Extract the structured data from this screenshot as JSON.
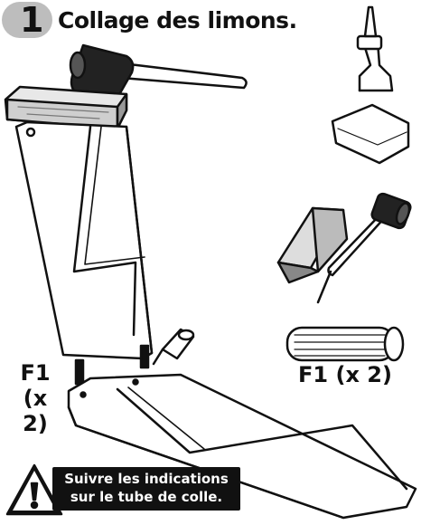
{
  "step": {
    "number": "1",
    "title": "Collage des limons."
  },
  "labels": {
    "dowels_left_line1": "F1",
    "dowels_left_line2": "(x 2)",
    "dowels_right": "F1 (x 2)"
  },
  "warning": {
    "line1": "Suivre les indications",
    "line2": "sur le tube de colle.",
    "icon": "warning-triangle-icon"
  },
  "icons": [
    "mallet-icon",
    "glue-bottle-icon",
    "cloth-icon",
    "wood-block-icon",
    "dowel-icon"
  ]
}
